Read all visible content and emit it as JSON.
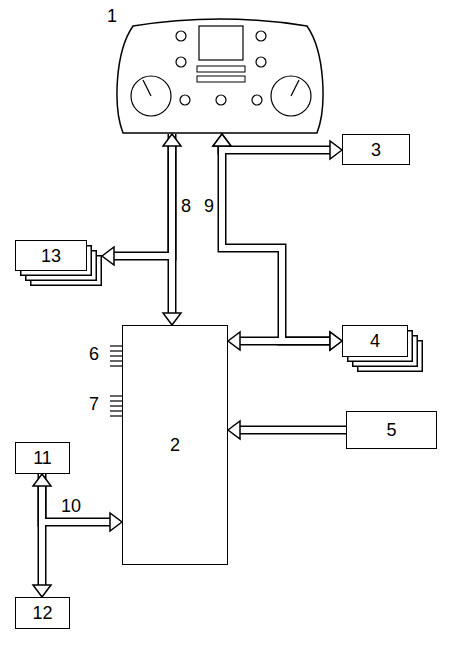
{
  "diagram": {
    "nodes": [
      {
        "text": [
          "1"
        ]
      },
      {
        "text": [
          "3"
        ]
      },
      {
        "text": [
          "13"
        ]
      },
      {
        "text": [
          "2"
        ]
      },
      {
        "text": [
          "4"
        ]
      },
      {
        "text": [
          "5"
        ]
      },
      {
        "text": [
          "11"
        ]
      },
      {
        "text": [
          "12"
        ]
      }
    ],
    "edges": [
      {
        "from": 0,
        "to": 3,
        "arrow": "both",
        "label": "8"
      },
      {
        "from": 0,
        "to": 2,
        "arrow": "to"
      },
      {
        "from": 0,
        "to": 1,
        "arrow": "both",
        "label": "9"
      },
      {
        "from": 0,
        "to": 4,
        "arrow": "both"
      },
      {
        "from": 3,
        "to": 4,
        "arrow": "both"
      },
      {
        "from": 5,
        "to": 3,
        "arrow": "to"
      },
      {
        "from": 6,
        "to": 7,
        "arrow": "both",
        "label": "10"
      },
      {
        "from": 6,
        "to": 3,
        "arrow": "to"
      }
    ],
    "labels": [
      "6",
      "7"
    ]
  }
}
